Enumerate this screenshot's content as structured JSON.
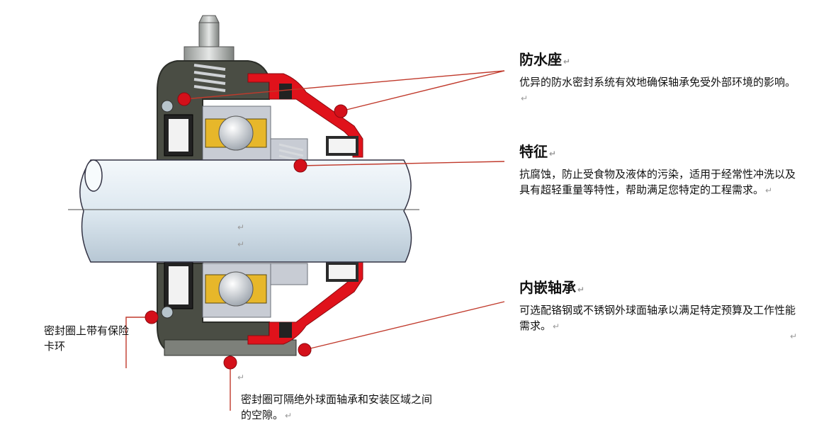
{
  "callouts": {
    "waterproof": {
      "title": "防水座",
      "text": "优异的防水密封系统有效地确保轴承免受外部环境的影响。"
    },
    "features": {
      "title": "特征",
      "text": "抗腐蚀，防止受食物及液体的污染，适用于经常性冲洗以及具有超轻重量等特性，帮助满足您特定的工程需求。"
    },
    "bearing": {
      "title": "内嵌轴承",
      "text": "可选配铬钢或不锈钢外球面轴承以满足特定预算及工作性能需求。"
    }
  },
  "notes": {
    "retaining_ring": "密封圈上带有保险卡环",
    "gap_seal": "密封圈可隔绝外球面轴承和安装区域之间的空隙。"
  },
  "paragraph_mark": "↵",
  "colors": {
    "housing": "#4a4d44",
    "housing_light": "#6a6e63",
    "seal_red": "#e0121b",
    "marker_red": "#d4101a",
    "shaft": "#dfeaf2",
    "bearing_ring": "#c8ccd4",
    "leader_line": "#c0392b"
  }
}
